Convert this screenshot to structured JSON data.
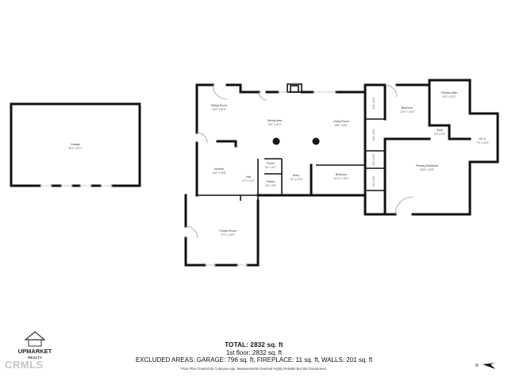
{
  "rooms": {
    "garage": {
      "name": "Garage",
      "dim": "30'3\" x 22'7\""
    },
    "sitting_room": {
      "name": "Sitting Room",
      "dim": "12'6\" x 15'3\""
    },
    "dining_area": {
      "name": "Dining Area",
      "dim": "19'3\" x 20'3\""
    },
    "living_room": {
      "name": "Living Room",
      "dim": "15'8\" x 18'1\""
    },
    "bedroom_upper": {
      "name": "Bedroom",
      "dim": "12'4\" x 14'3\""
    },
    "primary_bath": {
      "name": "Primary Bath",
      "dim": "11'0\" x 11'3\""
    },
    "bath": {
      "name": "Bath",
      "dim": "5'2\" x 2'9\""
    },
    "wic": {
      "name": "W.I.C",
      "dim": "7'3\" x 14'9\""
    },
    "kitchen": {
      "name": "Kitchen",
      "dim": "12'0\" x 15'5\""
    },
    "room_small": {
      "name": "Room",
      "dim": "5'3\" x 4'3\""
    },
    "pantry": {
      "name": "Pantry",
      "dim": "4'3\" x 5'9\""
    },
    "hall": {
      "name": "Hall",
      "dim": "4'7\" x 11'0\""
    },
    "entry": {
      "name": "Entry",
      "dim": "7'6\" x 10'4\""
    },
    "bedroom_lower": {
      "name": "Bedroom",
      "dim": "10'11\" x 10'0\""
    },
    "primary_bedroom": {
      "name": "Primary Bedroom",
      "dim": "20'8\" x 21'5\""
    },
    "family_room": {
      "name": "Family Room",
      "dim": "17'1\" x 19'4\""
    },
    "closet_a": {
      "dim": "2'11\" x 6'9\""
    },
    "closet_b": {
      "dim": "2'11\" x 6'9\""
    },
    "closet_c": {
      "dim": "2'11\" x 6'9\""
    },
    "closet_d": {
      "dim": "2'4\" x 6'9\""
    }
  },
  "summary": {
    "total": "TOTAL: 2832 sq. ft",
    "floor1": "1st floor: 2832 sq. ft",
    "excluded": "EXCLUDED AREAS: GARAGE: 796 sq. ft, FIREPLACE: 11 sq. ft, WALLS: 201 sq. ft",
    "disclaimer": "Floor Plan Created By Cubicasa App. Measurements Deemed Highly Reliable But Not Guaranteed."
  },
  "branding": {
    "logo_line1": "UPMARKET",
    "logo_line2": "REALTY",
    "watermark": "CRMLS",
    "compass": "N"
  },
  "colors": {
    "wall": "#111111",
    "background": "#ffffff",
    "watermark": "#969696"
  }
}
